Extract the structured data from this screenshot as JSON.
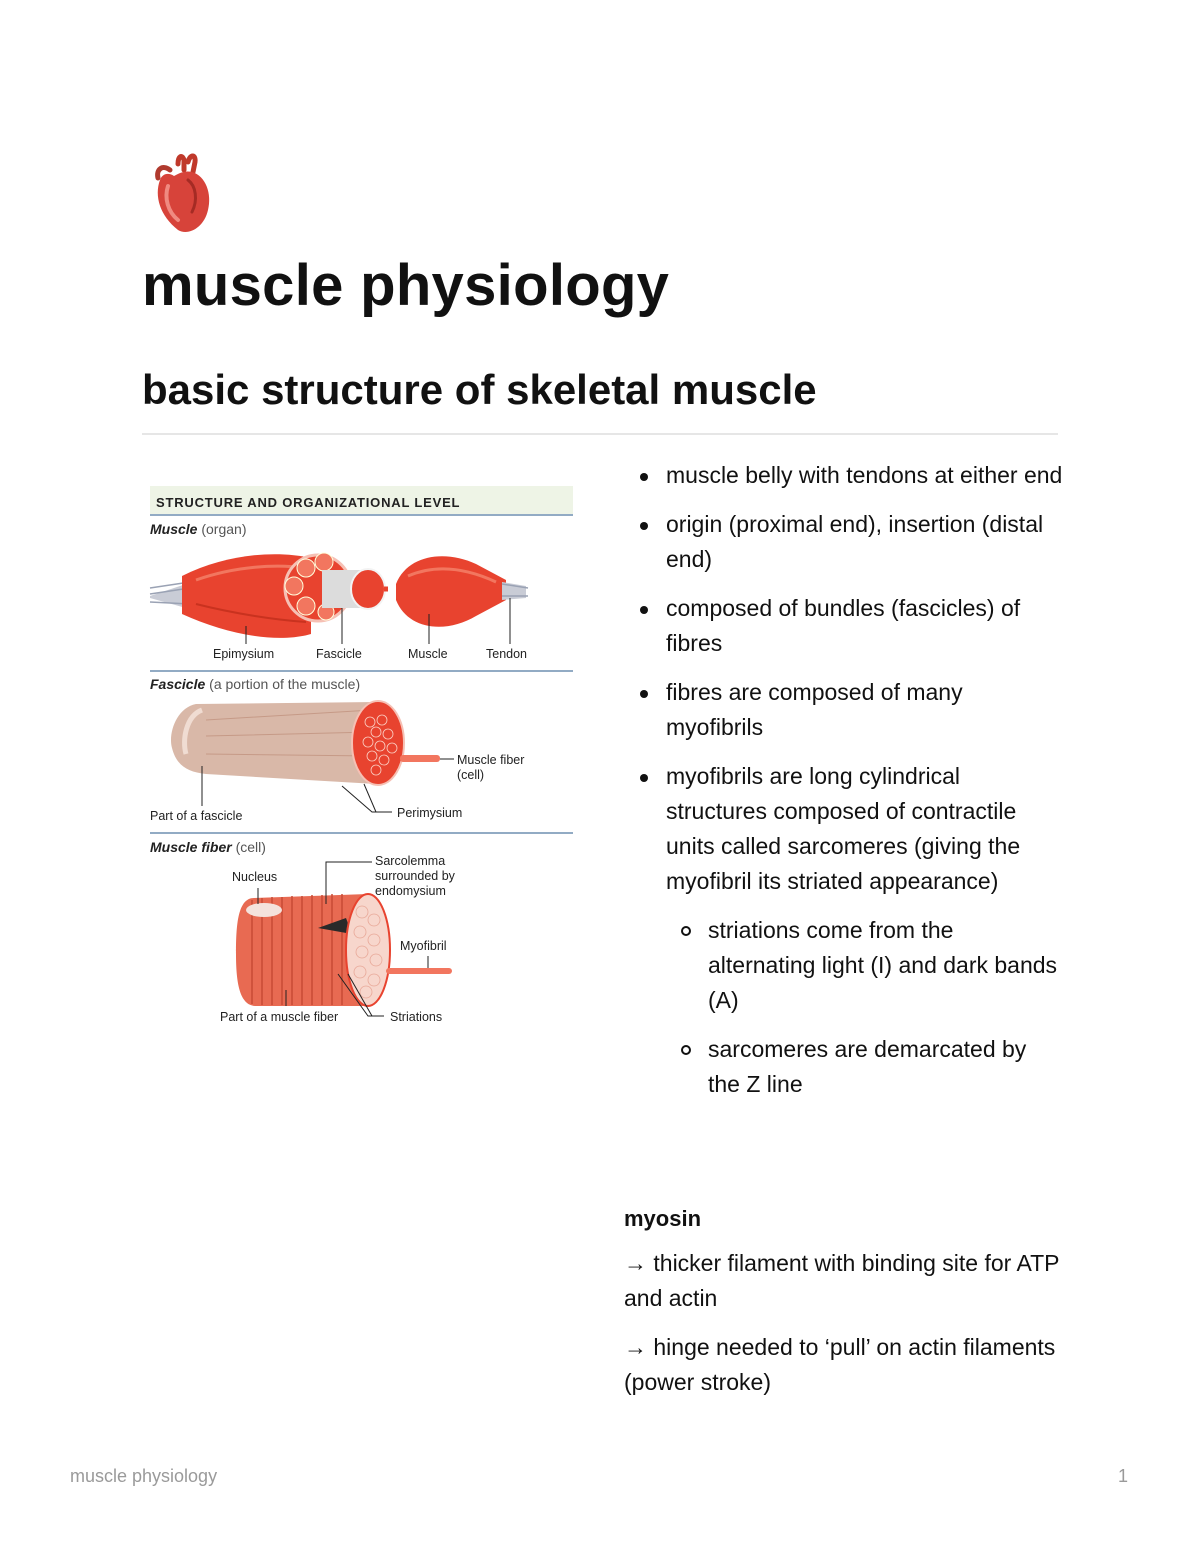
{
  "page": {
    "icon": "anatomical-heart-icon",
    "title": "muscle physiology",
    "section_heading": "basic structure of skeletal muscle"
  },
  "figure": {
    "header": "STRUCTURE AND ORGANIZATIONAL LEVEL",
    "muscle_title": "Muscle",
    "muscle_subtitle": "(organ)",
    "labels_organ": [
      "Epimysium",
      "Fascicle",
      "Muscle",
      "Tendon"
    ],
    "fascicle_title": "Fascicle",
    "fascicle_subtitle": "(a portion of the muscle)",
    "muscle_fiber_label_1": "Muscle fiber",
    "muscle_fiber_label_2": "(cell)",
    "part_of_fascicle": "Part of a fascicle",
    "perimysium": "Perimysium",
    "fiber_title": "Muscle fiber",
    "fiber_subtitle": "(cell)",
    "sarcolemma_1": "Sarcolemma",
    "sarcolemma_2": "surrounded by",
    "sarcolemma_3": "endomysium",
    "nucleus": "Nucleus",
    "myofibril": "Myofibril",
    "part_of_fiber": "Part of a muscle fiber",
    "striations": "Striations",
    "colors": {
      "muscle": "#e8432f",
      "muscle_light": "#f2765f",
      "tendon": "#c9ccd6",
      "header_bg": "#eef4e6",
      "rule": "#6f8fb0"
    }
  },
  "bullets": [
    {
      "text": "muscle belly with tendons at either end"
    },
    {
      "text": "origin (proximal end), insertion (distal end)"
    },
    {
      "text": "composed of bundles (fascicles) of fibres"
    },
    {
      "text": "fibres are composed of many myofibrils"
    },
    {
      "text": "myofibrils are long cylindrical structures composed of contractile units called sarcomeres (giving the myofibril its striated appearance)",
      "sub": [
        "striations come from the alternating light (I) and dark bands (A)",
        "sarcomeres are demarcated by the Z line"
      ]
    }
  ],
  "myosin": {
    "heading": "myosin",
    "lines": [
      "→ thicker filament with binding site for ATP and actin",
      "→ hinge needed to ‘pull’ on actin filaments (power stroke)"
    ]
  },
  "footer": {
    "title": "muscle physiology",
    "page_number": "1"
  }
}
